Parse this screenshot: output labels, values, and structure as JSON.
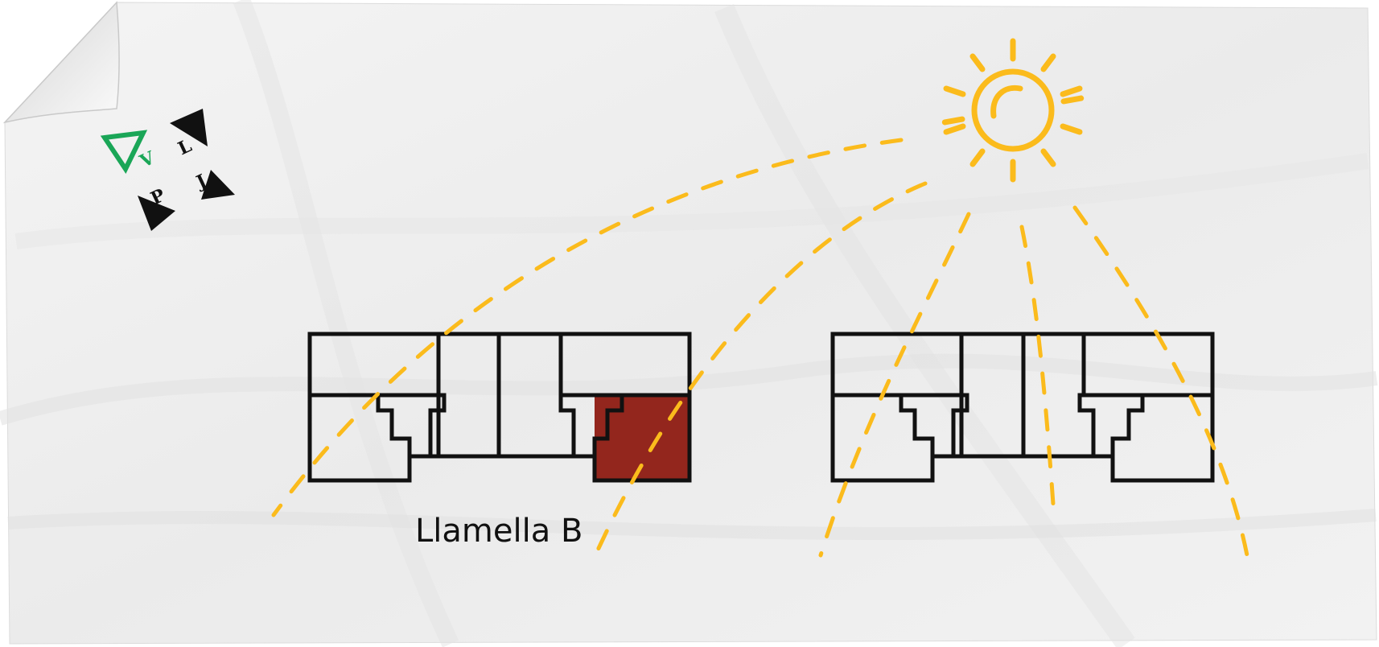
{
  "diagram": {
    "building_label": "Llamella B",
    "logo": {
      "letters": [
        "V",
        "L",
        "J",
        "P"
      ],
      "accent_color": "#1aa657",
      "dark_color": "#111111"
    },
    "colors": {
      "paper": "#efefef",
      "sun": "#fbbb1c",
      "highlight_unit": "#93261d",
      "plan_lines": "#111111"
    },
    "icons": [
      "sun-icon",
      "logo-mark"
    ]
  }
}
